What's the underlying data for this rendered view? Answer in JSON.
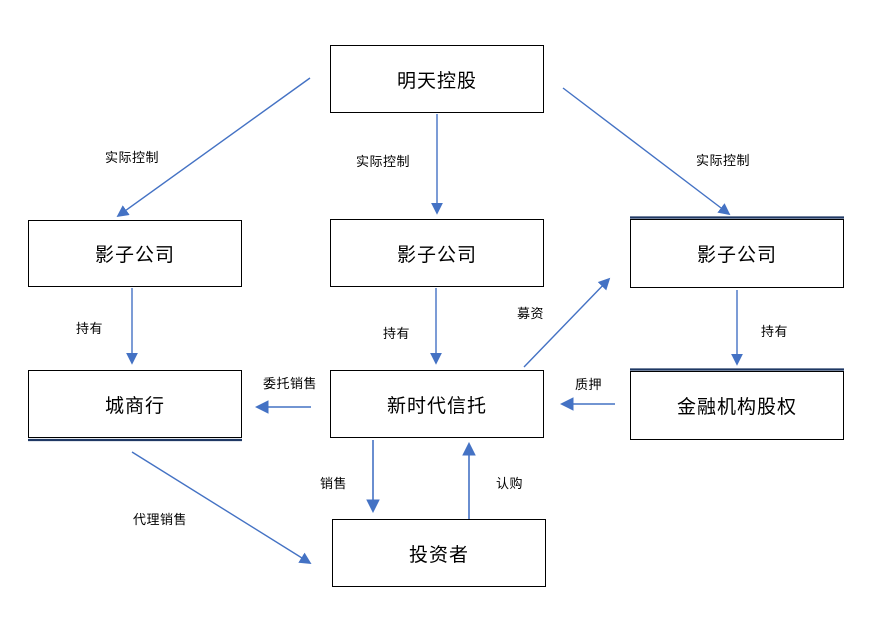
{
  "diagram": {
    "nodes": {
      "tomorrow_holdings": "明天控股",
      "shadow_company_left": "影子公司",
      "shadow_company_mid": "影子公司",
      "shadow_company_right": "影子公司",
      "city_commercial_bank": "城商行",
      "new_era_trust": "新时代信托",
      "financial_institution_equity": "金融机构股权",
      "investors": "投资者"
    },
    "edge_labels": {
      "actual_control_left": "实际控制",
      "actual_control_mid": "实际控制",
      "actual_control_right": "实际控制",
      "hold_left": "持有",
      "hold_mid": "持有",
      "hold_right": "持有",
      "fundraising": "募资",
      "pledge": "质押",
      "entrusted_sales": "委托销售",
      "sales": "销售",
      "subscription": "认购",
      "agency_sales": "代理销售"
    },
    "colors": {
      "arrow": "#4472C4",
      "accent_edge": "#1F3864",
      "box_border": "#000000",
      "background": "#FFFFFF"
    }
  }
}
